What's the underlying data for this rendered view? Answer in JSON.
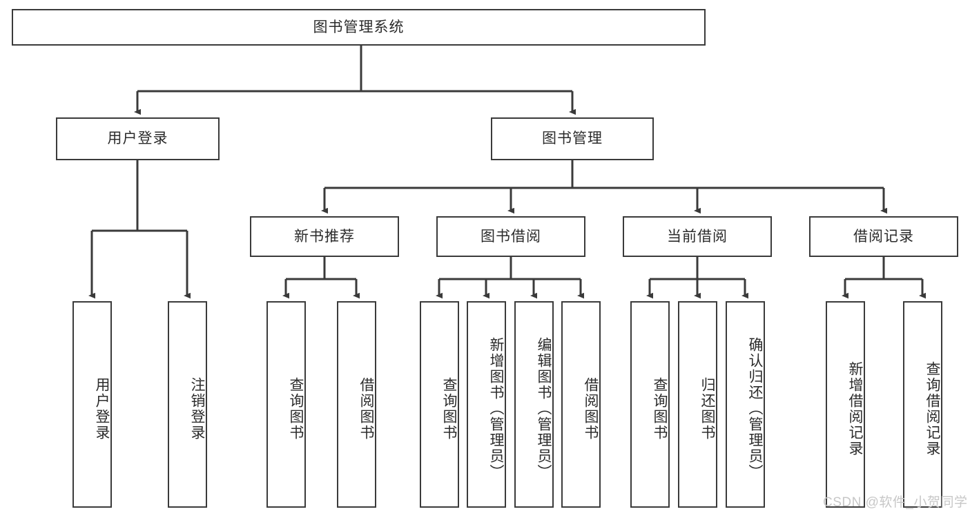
{
  "diagram": {
    "type": "tree-structure-chart",
    "title": "图书管理系统",
    "orientation": "top-down",
    "line_color": "#3a3a3a",
    "box_fill": "#ffffff",
    "text_color": "#2b2b2b"
  },
  "root": {
    "label": "图书管理系统"
  },
  "level2": [
    {
      "label": "用户登录"
    },
    {
      "label": "图书管理"
    }
  ],
  "level3": [
    {
      "label": "新书推荐"
    },
    {
      "label": "图书借阅"
    },
    {
      "label": "当前借阅"
    },
    {
      "label": "借阅记录"
    }
  ],
  "leaves": {
    "user_login": [
      {
        "label": "用户登录"
      },
      {
        "label": "注销登录"
      }
    ],
    "new_book_recommend": [
      {
        "label": "查询图书"
      },
      {
        "label": "借阅图书"
      }
    ],
    "book_borrow": [
      {
        "label": "查询图书"
      },
      {
        "label": "新增图书（管理员）"
      },
      {
        "label": "编辑图书（管理员）"
      },
      {
        "label": "借阅图书"
      }
    ],
    "current_borrow": [
      {
        "label": "查询图书"
      },
      {
        "label": "归还图书"
      },
      {
        "label": "确认归还（管理员）"
      }
    ],
    "borrow_record": [
      {
        "label": "新增借阅记录"
      },
      {
        "label": "查询借阅记录"
      }
    ]
  },
  "watermark": {
    "text": "CSDN @软件_小贺同学"
  }
}
